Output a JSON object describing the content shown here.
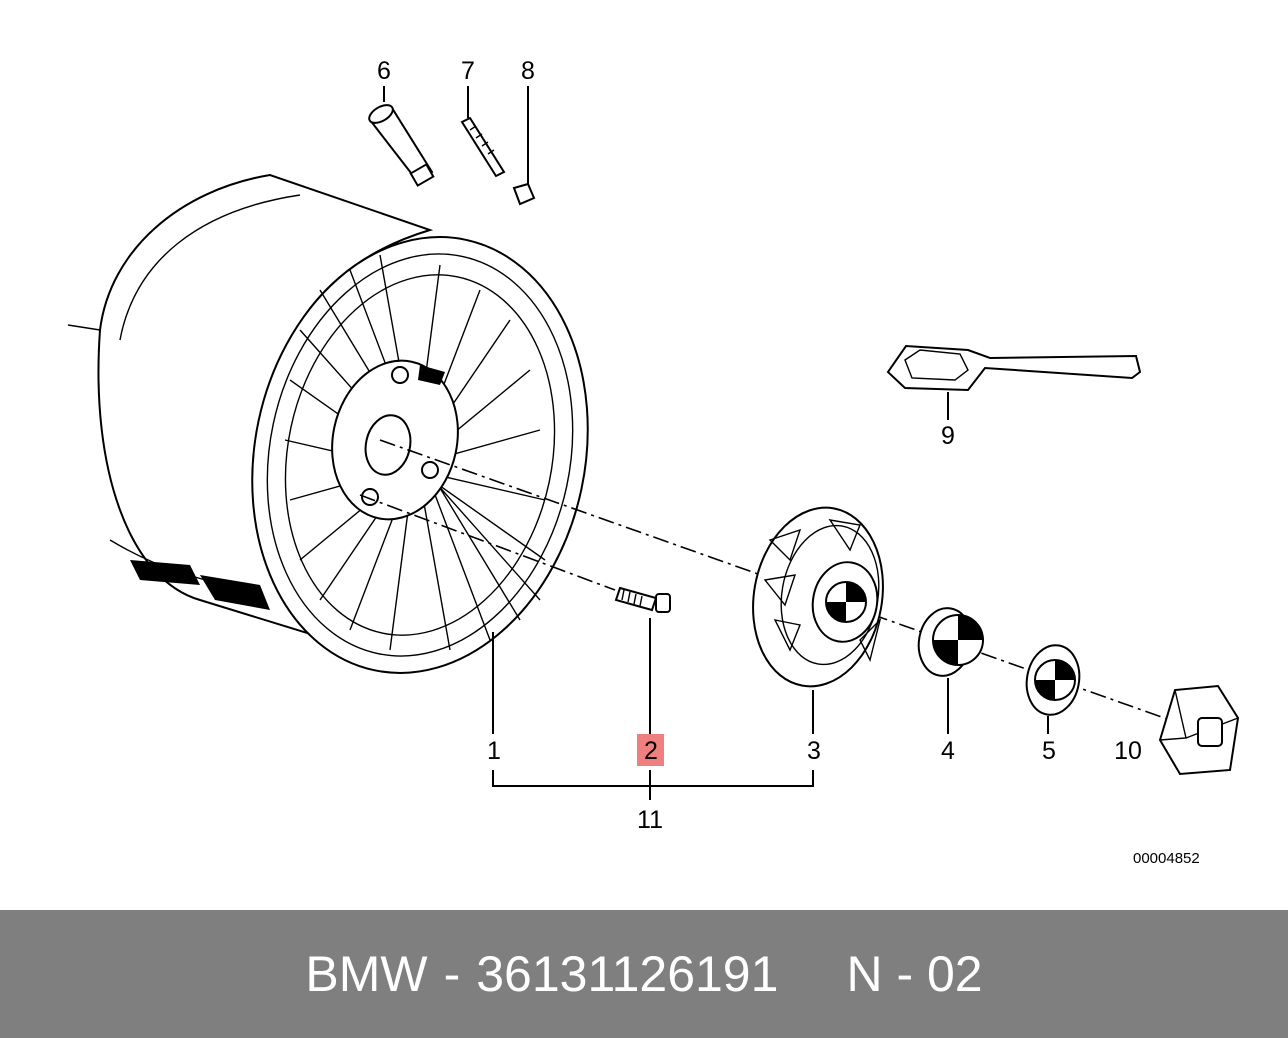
{
  "diagram": {
    "callouts": [
      "6",
      "7",
      "8",
      "9",
      "1",
      "2",
      "3",
      "4",
      "5",
      "10",
      "11"
    ],
    "highlighted_callout": "2",
    "highlight_color": "#f08080",
    "reference_number": "00004852"
  },
  "footer": {
    "brand": "BMW",
    "separator": "-",
    "part_number": "36131126191",
    "position_label": "N - 02",
    "background_color": "#7f7f7f"
  }
}
